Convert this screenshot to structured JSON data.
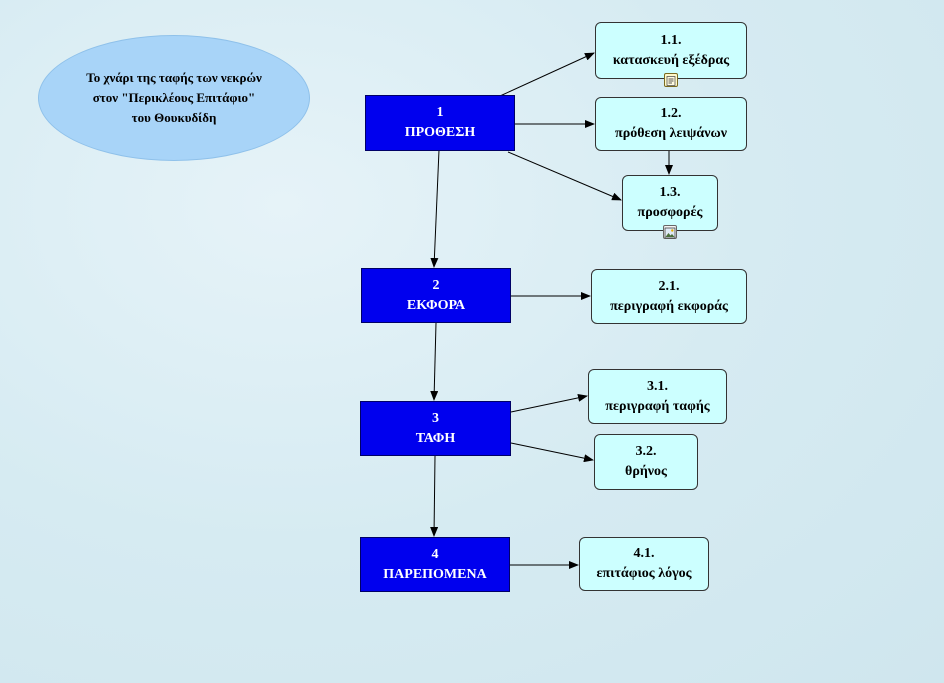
{
  "title": {
    "line1": "Το χνάρι της ταφής των νεκρών",
    "line2": "στον \"Περικλέους Επιτάφιο\"",
    "line3": "του Θουκυδίδη"
  },
  "nodes": {
    "n1": {
      "num": "1",
      "label": "ΠΡΟΘΕΣΗ"
    },
    "n2": {
      "num": "2",
      "label": "ΕΚΦΟΡΑ"
    },
    "n3": {
      "num": "3",
      "label": "ΤΑΦΗ"
    },
    "n4": {
      "num": "4",
      "label": "ΠΑΡΕΠΟΜΕΝΑ"
    },
    "n1_1": {
      "num": "1.1.",
      "label": "κατασκευή εξέδρας"
    },
    "n1_2": {
      "num": "1.2.",
      "label": "πρόθεση λειψάνων"
    },
    "n1_3": {
      "num": "1.3.",
      "label": "προσφορές"
    },
    "n2_1": {
      "num": "2.1.",
      "label": "περιγραφή εκφοράς"
    },
    "n3_1": {
      "num": "3.1.",
      "label": "περιγραφή ταφής"
    },
    "n3_2": {
      "num": "3.2.",
      "label": "θρήνος"
    },
    "n4_1": {
      "num": "4.1.",
      "label": "επιτάφιος λόγος"
    }
  },
  "icons": {
    "note": "note-icon",
    "picture": "picture-icon"
  }
}
